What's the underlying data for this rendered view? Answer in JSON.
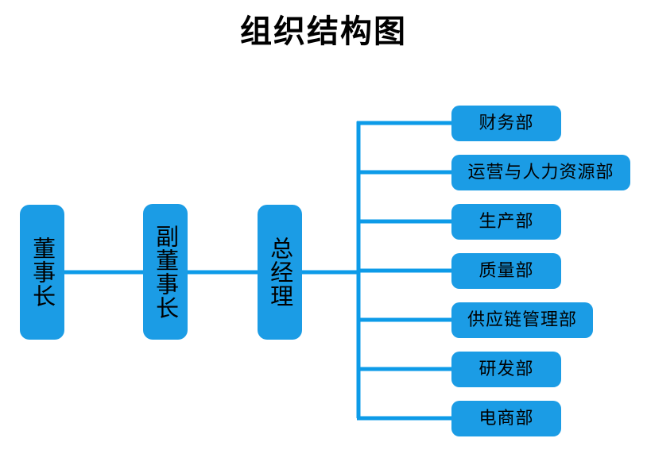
{
  "title": "组织结构图",
  "theme": {
    "node_fill": "#1B9CE5",
    "connector_color": "#0D9BE8",
    "text_color": "#000000",
    "background": "#FFFFFF"
  },
  "chart_data": {
    "type": "diagram",
    "diagram_kind": "organization-chart",
    "title": "组织结构图",
    "orientation": "left-to-right",
    "executive_chain": [
      {
        "id": "chairman",
        "label": "董事长",
        "level": 1
      },
      {
        "id": "vice-chairman",
        "label": "副董事长",
        "level": 2
      },
      {
        "id": "general-manager",
        "label": "总经理",
        "level": 3
      }
    ],
    "departments": [
      {
        "id": "finance",
        "label": "财务部",
        "parent": "general-manager"
      },
      {
        "id": "operations-hr",
        "label": "运营与人力资源部",
        "parent": "general-manager"
      },
      {
        "id": "production",
        "label": "生产部",
        "parent": "general-manager"
      },
      {
        "id": "quality",
        "label": "质量部",
        "parent": "general-manager"
      },
      {
        "id": "supply-chain",
        "label": "供应链管理部",
        "parent": "general-manager"
      },
      {
        "id": "rnd",
        "label": "研发部",
        "parent": "general-manager"
      },
      {
        "id": "ecommerce",
        "label": "电商部",
        "parent": "general-manager"
      }
    ],
    "edges": [
      {
        "from": "chairman",
        "to": "vice-chairman"
      },
      {
        "from": "vice-chairman",
        "to": "general-manager"
      },
      {
        "from": "general-manager",
        "to": "finance"
      },
      {
        "from": "general-manager",
        "to": "operations-hr"
      },
      {
        "from": "general-manager",
        "to": "production"
      },
      {
        "from": "general-manager",
        "to": "quality"
      },
      {
        "from": "general-manager",
        "to": "supply-chain"
      },
      {
        "from": "general-manager",
        "to": "rnd"
      },
      {
        "from": "general-manager",
        "to": "ecommerce"
      }
    ]
  }
}
